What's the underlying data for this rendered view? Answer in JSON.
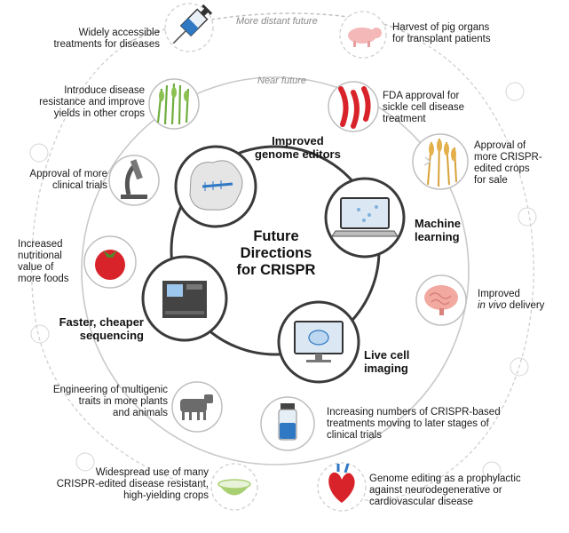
{
  "center_title": [
    "Future",
    "Directions",
    "for CRISPR"
  ],
  "arc_labels": {
    "near": "Near future",
    "distant": "More distant future"
  },
  "core": {
    "editors": [
      "Improved",
      "genome editors"
    ],
    "ml": [
      "Machine",
      "learning"
    ],
    "imaging": [
      "Live cell",
      "imaging"
    ],
    "sequencing": [
      "Faster, cheaper",
      "sequencing"
    ]
  },
  "near_items": {
    "sickle": [
      "FDA approval for",
      "sickle cell disease",
      "treatment"
    ],
    "crops_sale": [
      "Approval of",
      "more CRISPR-",
      "edited crops",
      "for sale"
    ],
    "delivery_1": "Improved",
    "delivery_2": "in vivo",
    "delivery_3": " delivery",
    "trials_later": [
      "Increasing numbers of CRISPR-based",
      "treatments moving to later stages of",
      "clinical trials"
    ],
    "multigenic": [
      "Engineering of multigenic",
      "traits in more plants",
      "and animals"
    ],
    "nutrition": [
      "Increased",
      "nutritional",
      "value of",
      "more foods"
    ],
    "clinical": [
      "Approval of more",
      "clinical trials"
    ],
    "resistance": [
      "Introduce disease",
      "resistance and improve",
      "yields in other crops"
    ]
  },
  "distant_items": {
    "pig": [
      "Harvest of pig organs",
      "for transplant patients"
    ],
    "treatments": [
      "Widely accessible",
      "treatments for diseases"
    ],
    "prophylactic": [
      "Genome editing as a prophylactic",
      "against neurodegenerative or",
      "cardiovascular disease"
    ],
    "widespread": [
      "Widespread use of many",
      "CRISPR-edited disease resistant,",
      "high-yielding crops"
    ]
  },
  "colors": {
    "ring": "#3a3a3a",
    "dash": "#bdbdbd",
    "red": "#d8232a",
    "blue": "#2f78c4",
    "wheat": "#e3b04b",
    "brain": "#f1a9a0",
    "cow": "#6b6b6b"
  },
  "icons": [
    "syringe-icon",
    "pig-icon",
    "corn-icon",
    "red-blood-cells-icon",
    "wheat-icon",
    "microscope-icon",
    "dna-editor-icon",
    "laptop-icon",
    "tomato-icon",
    "brain-icon",
    "sequencer-icon",
    "monitor-cell-icon",
    "cow-icon",
    "vial-icon",
    "bowl-icon",
    "heart-icon"
  ]
}
